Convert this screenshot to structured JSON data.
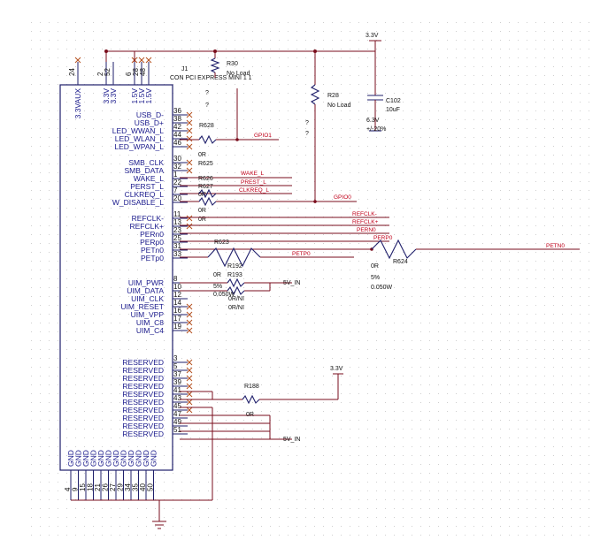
{
  "connector": {
    "ref": "J1",
    "part": "CON PCI EXPRESS MINI 1 1",
    "top_pins": [
      {
        "num": "24",
        "name": "3.3VAUX"
      },
      {
        "num": "2",
        "name": "3.3V"
      },
      {
        "num": "52",
        "name": "3.3V"
      },
      {
        "num": "6",
        "name": "1.5V"
      },
      {
        "num": "28",
        "name": "1.5V"
      },
      {
        "num": "48",
        "name": "1.5V"
      }
    ],
    "right_pins": [
      {
        "num": "36",
        "name": "USB_D-"
      },
      {
        "num": "38",
        "name": "USB_D+"
      },
      {
        "num": "42",
        "name": "LED_WWAN_L"
      },
      {
        "num": "44",
        "name": "LED_WLAN_L"
      },
      {
        "num": "46",
        "name": "LED_WPAN_L"
      },
      {
        "num": "30",
        "name": "SMB_CLK"
      },
      {
        "num": "32",
        "name": "SMB_DATA"
      },
      {
        "num": "1",
        "name": "WAKE_L"
      },
      {
        "num": "22",
        "name": "PERST_L"
      },
      {
        "num": "7",
        "name": "CLKREQ_L"
      },
      {
        "num": "20",
        "name": "W_DISABLE_L"
      },
      {
        "num": "11",
        "name": "REFCLK-"
      },
      {
        "num": "13",
        "name": "REFCLK+"
      },
      {
        "num": "23",
        "name": "PERn0"
      },
      {
        "num": "25",
        "name": "PERp0"
      },
      {
        "num": "31",
        "name": "PETn0"
      },
      {
        "num": "33",
        "name": "PETp0"
      },
      {
        "num": "8",
        "name": "UIM_PWR"
      },
      {
        "num": "10",
        "name": "UIM_DATA"
      },
      {
        "num": "12",
        "name": "UIM_CLK"
      },
      {
        "num": "14",
        "name": "UIM_RESET"
      },
      {
        "num": "16",
        "name": "UIM_VPP"
      },
      {
        "num": "17",
        "name": "UIM_C8"
      },
      {
        "num": "19",
        "name": "UIM_C4"
      },
      {
        "num": "3",
        "name": "RESERVED"
      },
      {
        "num": "5",
        "name": "RESERVED"
      },
      {
        "num": "37",
        "name": "RESERVED"
      },
      {
        "num": "39",
        "name": "RESERVED"
      },
      {
        "num": "41",
        "name": "RESERVED"
      },
      {
        "num": "43",
        "name": "RESERVED"
      },
      {
        "num": "45",
        "name": "RESERVED"
      },
      {
        "num": "47",
        "name": "RESERVED"
      },
      {
        "num": "49",
        "name": "RESERVED"
      },
      {
        "num": "51",
        "name": "RESERVED"
      }
    ],
    "gnd_pins": [
      {
        "num": "4",
        "name": "GND"
      },
      {
        "num": "9",
        "name": "GND"
      },
      {
        "num": "15",
        "name": "GND"
      },
      {
        "num": "18",
        "name": "GND"
      },
      {
        "num": "21",
        "name": "GND"
      },
      {
        "num": "26",
        "name": "GND"
      },
      {
        "num": "27",
        "name": "GND"
      },
      {
        "num": "29",
        "name": "GND"
      },
      {
        "num": "34",
        "name": "GND"
      },
      {
        "num": "35",
        "name": "GND"
      },
      {
        "num": "40",
        "name": "GND"
      },
      {
        "num": "50",
        "name": "GND"
      }
    ]
  },
  "power": {
    "v33_top": "3.3V",
    "v33_mid": "3.3V",
    "v5_a": "5V_IN",
    "v5_b": "5V_IN"
  },
  "components": {
    "r30_ref": "R30",
    "r30_val": "No Load",
    "r28_ref": "R28",
    "r28_val": "No Load",
    "c102_ref": "C102",
    "c102_val": "10uF",
    "c102_volt": "6.3V",
    "c102_tol": "+/-20%",
    "r628": "R628",
    "r625": "R625",
    "r625_val": "0R",
    "r626": "R626",
    "r627": "R627",
    "r627_val": "0R",
    "r629_val": "0R",
    "r630_val": "0R",
    "r623": "R623",
    "r624": "R624",
    "r624_val": "0R",
    "r624_pct": "5%",
    "r624_pwr": "0.050W",
    "r192": "R192",
    "r193": "R193",
    "r192_val": "0R",
    "r192_pct": "5%",
    "r192_pwr": "0.050W",
    "r193_val_a": "0R/NI",
    "r193_val_b": "0R/NI",
    "r188": "R188",
    "r0_reserved": "0R",
    "q1": "?",
    "q2": "?",
    "q3": "?",
    "q4": "?"
  },
  "nets": {
    "gpio1": "GPIO1",
    "gpio0": "GPIO0",
    "wake": "WAKE_L",
    "perst": "PREST_L",
    "clkreq": "CLKREQ_L",
    "refclkn": "REFCLK-",
    "refclkp": "REFCLK+",
    "pern0": "PERN0",
    "perp0": "PERP0",
    "petp0": "PETP0",
    "petn0": "PETN0"
  }
}
